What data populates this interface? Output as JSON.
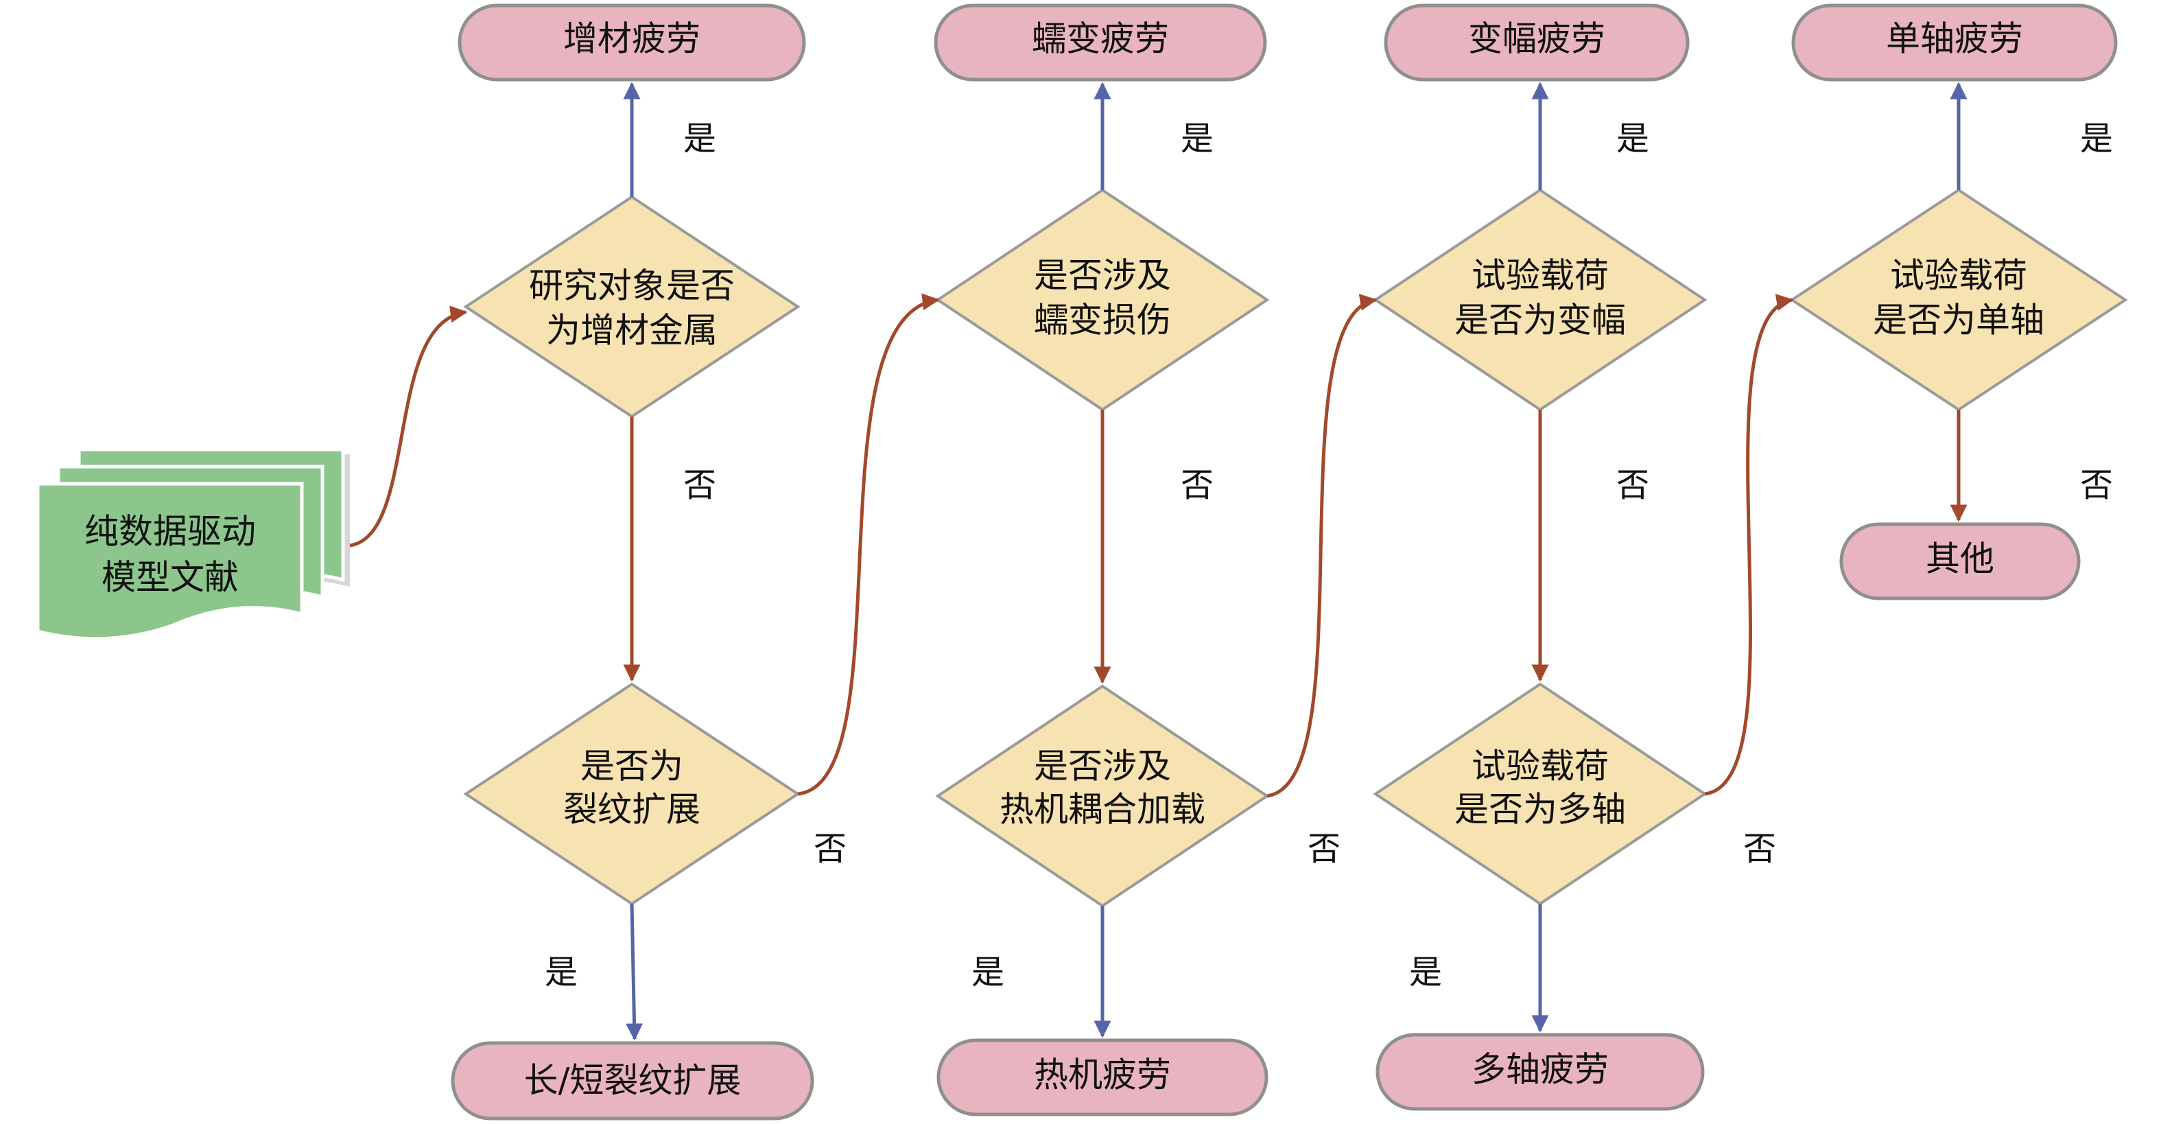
{
  "source": {
    "line1": "纯数据驱动",
    "line2": "模型文献"
  },
  "decisions": [
    {
      "line1": "研究对象是否",
      "line2": "为增材金属"
    },
    {
      "line1": "是否为",
      "line2": "裂纹扩展"
    },
    {
      "line1": "是否涉及",
      "line2": "蠕变损伤"
    },
    {
      "line1": "是否涉及",
      "line2": "热机耦合加载"
    },
    {
      "line1": "试验载荷",
      "line2": "是否为变幅"
    },
    {
      "line1": "试验载荷",
      "line2": "是否为多轴"
    },
    {
      "line1": "试验载荷",
      "line2": "是否为单轴"
    }
  ],
  "outcomes": [
    "增材疲劳",
    "长/短裂纹扩展",
    "蠕变疲劳",
    "热机疲劳",
    "变幅疲劳",
    "多轴疲劳",
    "单轴疲劳",
    "其他"
  ],
  "labels": {
    "yes": "是",
    "no": "否"
  },
  "colors": {
    "outcome_fill": "#e8b4c0",
    "decision_fill": "#f7e2b1",
    "source_fill": "#8cc68c",
    "yes_arrow": "#5565a8",
    "no_arrow": "#a2492c"
  }
}
